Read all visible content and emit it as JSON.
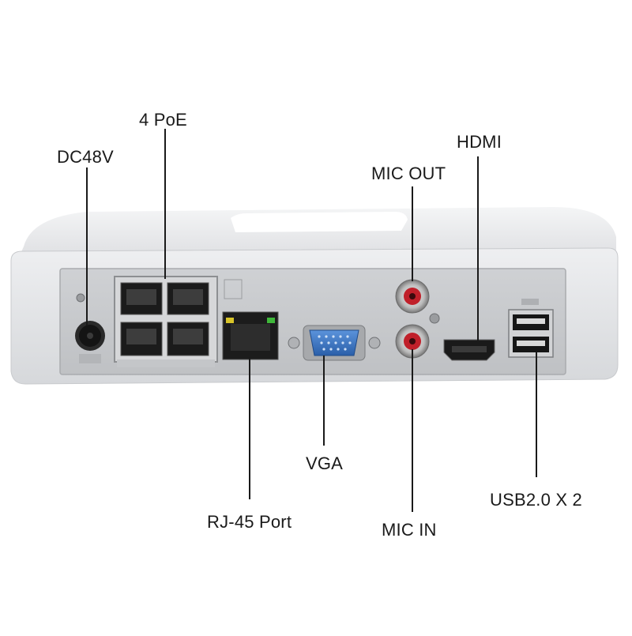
{
  "labels": {
    "dc48v": "DC48V",
    "poe": "4 PoE",
    "mic_out": "MIC OUT",
    "hdmi": "HDMI",
    "vga": "VGA",
    "rj45": "RJ-45 Port",
    "mic_in": "MIC IN",
    "usb": "USB2.0 X 2"
  },
  "colors": {
    "housing": "#e9eaec",
    "panel": "#c9cbce",
    "vga_blue": "#2f6fc4",
    "rca_red": "#c0202a",
    "led_green": "#3fb83a",
    "led_yellow": "#d8c429"
  }
}
